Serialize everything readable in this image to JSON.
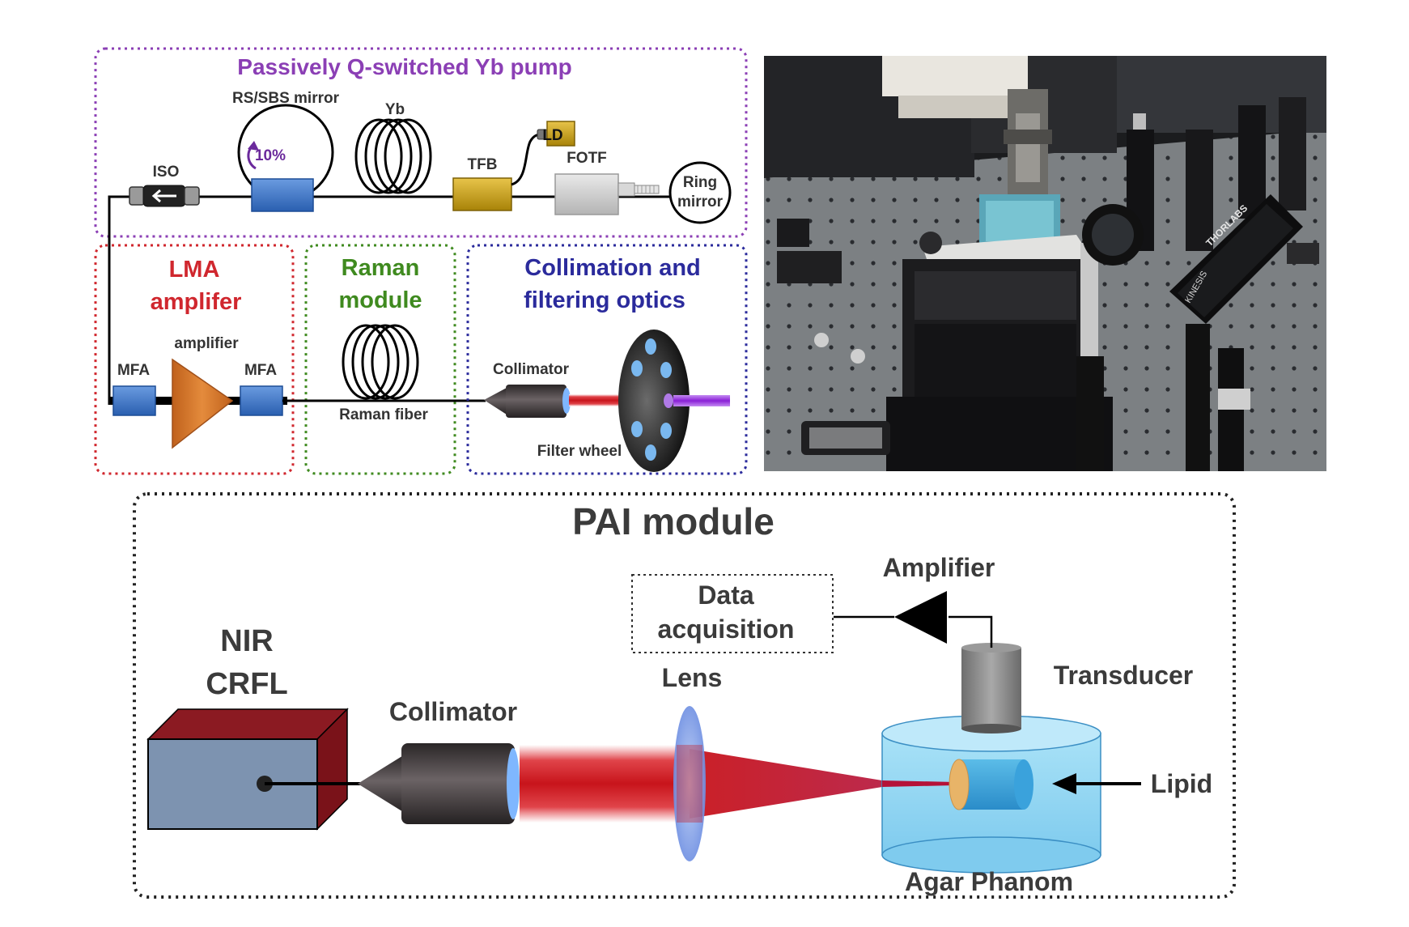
{
  "pump": {
    "title": "Passively Q-switched Yb pump",
    "rs_sbs_mirror": "RS/SBS mirror",
    "pct": "10%",
    "yb": "Yb",
    "ld": "LD",
    "iso": "ISO",
    "tfb": "TFB",
    "fotf": "FOTF",
    "ring_mirror_1": "Ring",
    "ring_mirror_2": "mirror"
  },
  "lma": {
    "title_1": "LMA",
    "title_2": "amplifer",
    "amplifier": "amplifier",
    "mfa_left": "MFA",
    "mfa_right": "MFA"
  },
  "raman": {
    "title_1": "Raman",
    "title_2": "module",
    "fiber": "Raman fiber"
  },
  "collimation": {
    "title_1": "Collimation and",
    "title_2": "filtering optics",
    "collimator": "Collimator",
    "filter_wheel": "Filter wheel"
  },
  "photo": {
    "brand_1": "THORLABS",
    "brand_2": "KINESIS"
  },
  "pai": {
    "title": "PAI module",
    "nir_1": "NIR",
    "nir_2": "CRFL",
    "collimator": "Collimator",
    "lens": "Lens",
    "data_1": "Data",
    "data_2": "acquisition",
    "amplifier": "Amplifier",
    "transducer": "Transducer",
    "lipid": "Lipid",
    "agar": "Agar Phanom"
  },
  "colors": {
    "pump_border": "#8b3fb5",
    "lma_border": "#d0272e",
    "raman_border": "#3f8a1f",
    "collim_border": "#2b2b9c",
    "laser_red": "#c8141b",
    "laser_violet": "#8a1fd6",
    "mfa_blue": "#3d76c9",
    "amp_orange": "#d9782a",
    "tfb_gold": "#c9a21a",
    "agar_blue": "#8fd3f1"
  }
}
